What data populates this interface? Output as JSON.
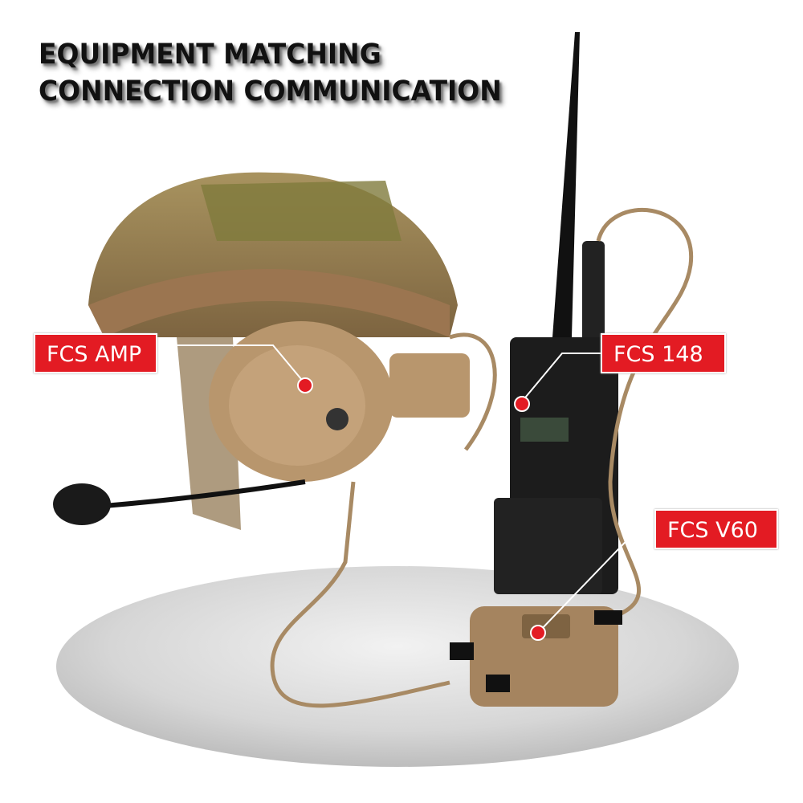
{
  "headline": {
    "line1": "EQUIPMENT MATCHING",
    "line2": "CONNECTION COMMUNICATION"
  },
  "callouts": [
    {
      "label": "FCS AMP"
    },
    {
      "label": "FCS 148"
    },
    {
      "label": "FCS V60"
    }
  ],
  "colors": {
    "callout_bg": "#e31b23",
    "callout_text": "#ffffff",
    "equipment_tan": "#b08a62",
    "radio_black": "#1c1c1c",
    "platform_grey": "#d9d9d9"
  }
}
